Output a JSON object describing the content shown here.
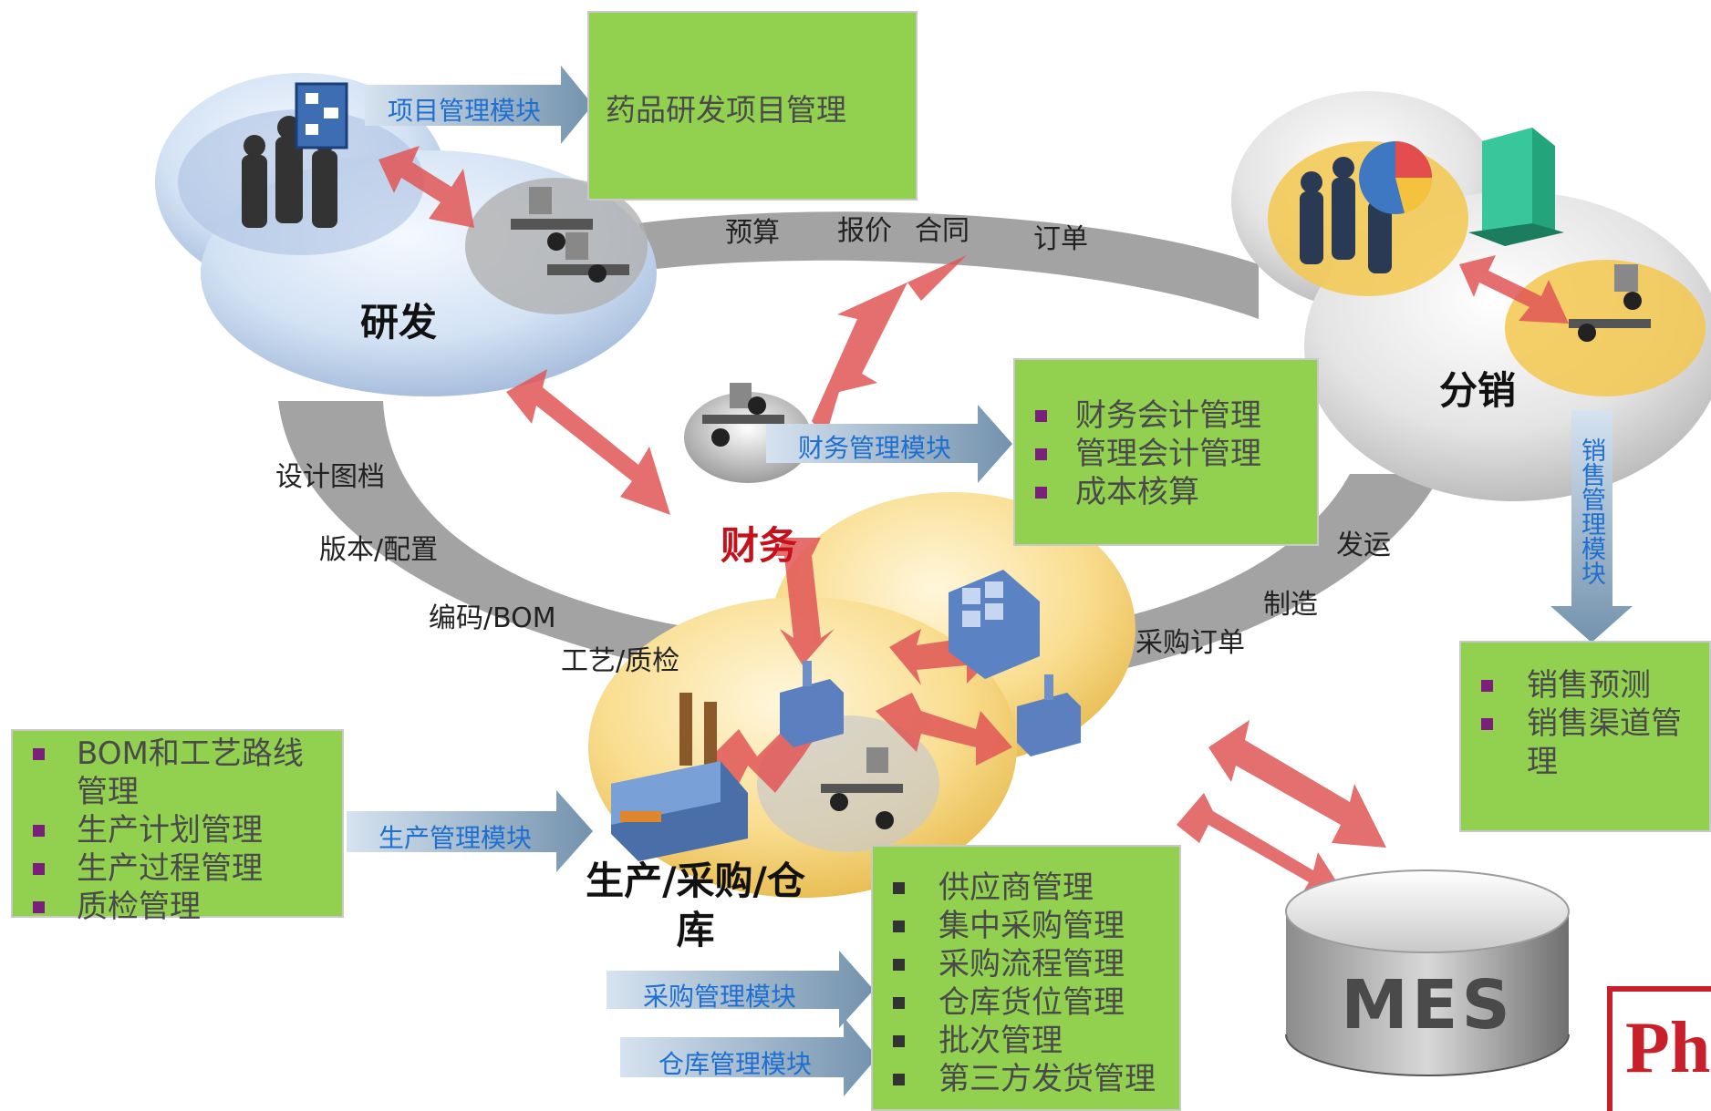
{
  "nodes": {
    "rd": "研发",
    "finance": "财务",
    "distribution": "分销",
    "production": "生产/采购/仓库"
  },
  "modules": {
    "project": "项目管理模块",
    "finance": "财务管理模块",
    "production": "生产管理模块",
    "purchase": "采购管理模块",
    "warehouse": "仓库管理模块",
    "sales": "销售管理模块"
  },
  "boxes": {
    "rd_project": "药品研发项目管理",
    "finance_items": [
      "财务会计管理",
      "管理会计管理",
      "成本核算"
    ],
    "sales_items": [
      "销售预测",
      "销售渠道管理"
    ],
    "production_items": [
      "BOM和工艺路线管理",
      "生产计划管理",
      "生产过程管理",
      "质检管理"
    ],
    "purchase_items": [
      "供应商管理",
      "集中采购管理",
      "采购流程管理",
      "仓库货位管理",
      "批次管理",
      "第三方发货管理"
    ]
  },
  "flows": {
    "budget": "预算",
    "quote": "报价",
    "contract": "合同",
    "order": "订单",
    "design_docs": "设计图档",
    "version_config": "版本/配置",
    "code_bom": "编码/BOM",
    "process_qc": "工艺/质检",
    "shipping": "发运",
    "manufacturing": "制造",
    "purchase_order": "采购订单"
  },
  "mes": {
    "label": "MES"
  },
  "colors": {
    "box_green": "#92d050",
    "bullet_purple": "#7a1f7a",
    "module_blue": "#1e6fd0",
    "loop_gray": "#9e9e9e",
    "red_arrow": "#e05656",
    "logo_red": "#c8202a"
  },
  "logo": {
    "text": "Ph"
  }
}
